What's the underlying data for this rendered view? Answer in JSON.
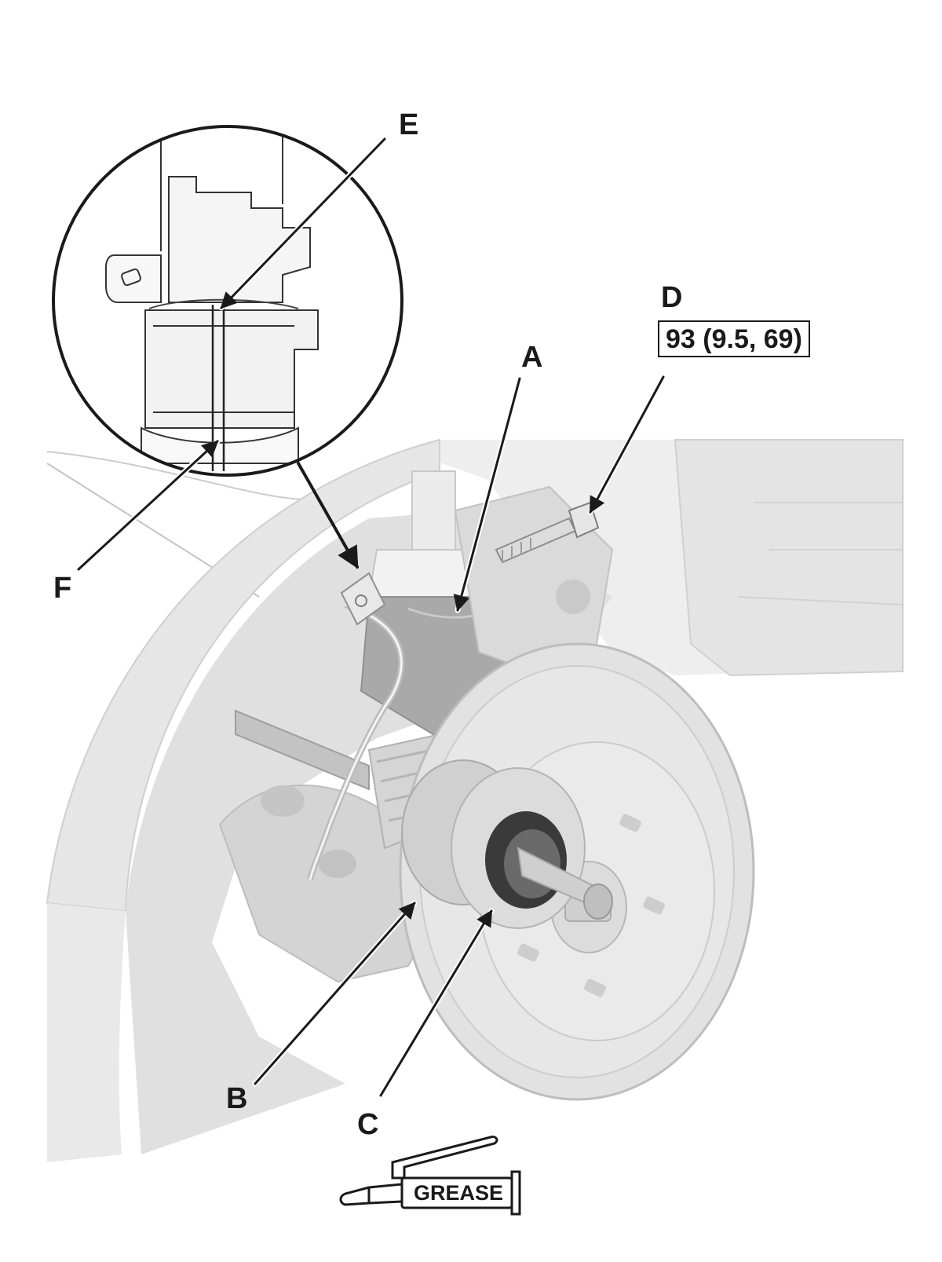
{
  "callouts": {
    "a": "A",
    "b": "B",
    "c": "C",
    "d": "D",
    "e": "E",
    "f": "F"
  },
  "torque_spec": "93 (9.5, 69)",
  "grease_symbol": {
    "label": "GREASE",
    "icon": "grease-gun-icon"
  },
  "colors": {
    "line": "#1a1a1a",
    "part_light": "#ececec",
    "part_mid": "#d9d9d9",
    "part_dark": "#b9b9b9",
    "shadow": "#a6a6a6"
  }
}
